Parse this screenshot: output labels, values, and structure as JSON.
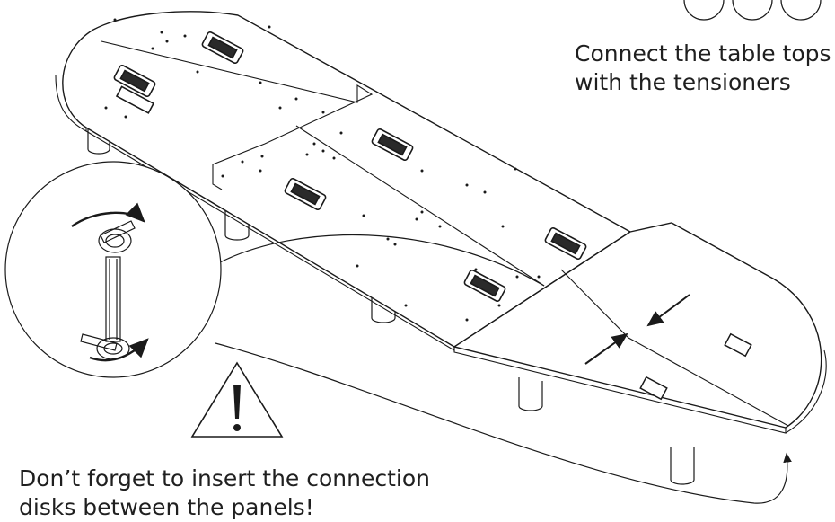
{
  "captions": {
    "connect_line1": "Connect the table tops",
    "connect_line2": "with the tensioners",
    "warning_line1": "Don’t forget to insert the connection",
    "warning_line2": "disks between the panels!"
  },
  "icons": {
    "warning": "warning-triangle-icon",
    "rotate": "rotate-arrow-icon",
    "push": "push-arrow-icon",
    "step_circles": "step-circle-icon"
  },
  "colors": {
    "line": "#1a1a1a",
    "surface": "#ffffff",
    "grommet": "#2a2a2a"
  }
}
